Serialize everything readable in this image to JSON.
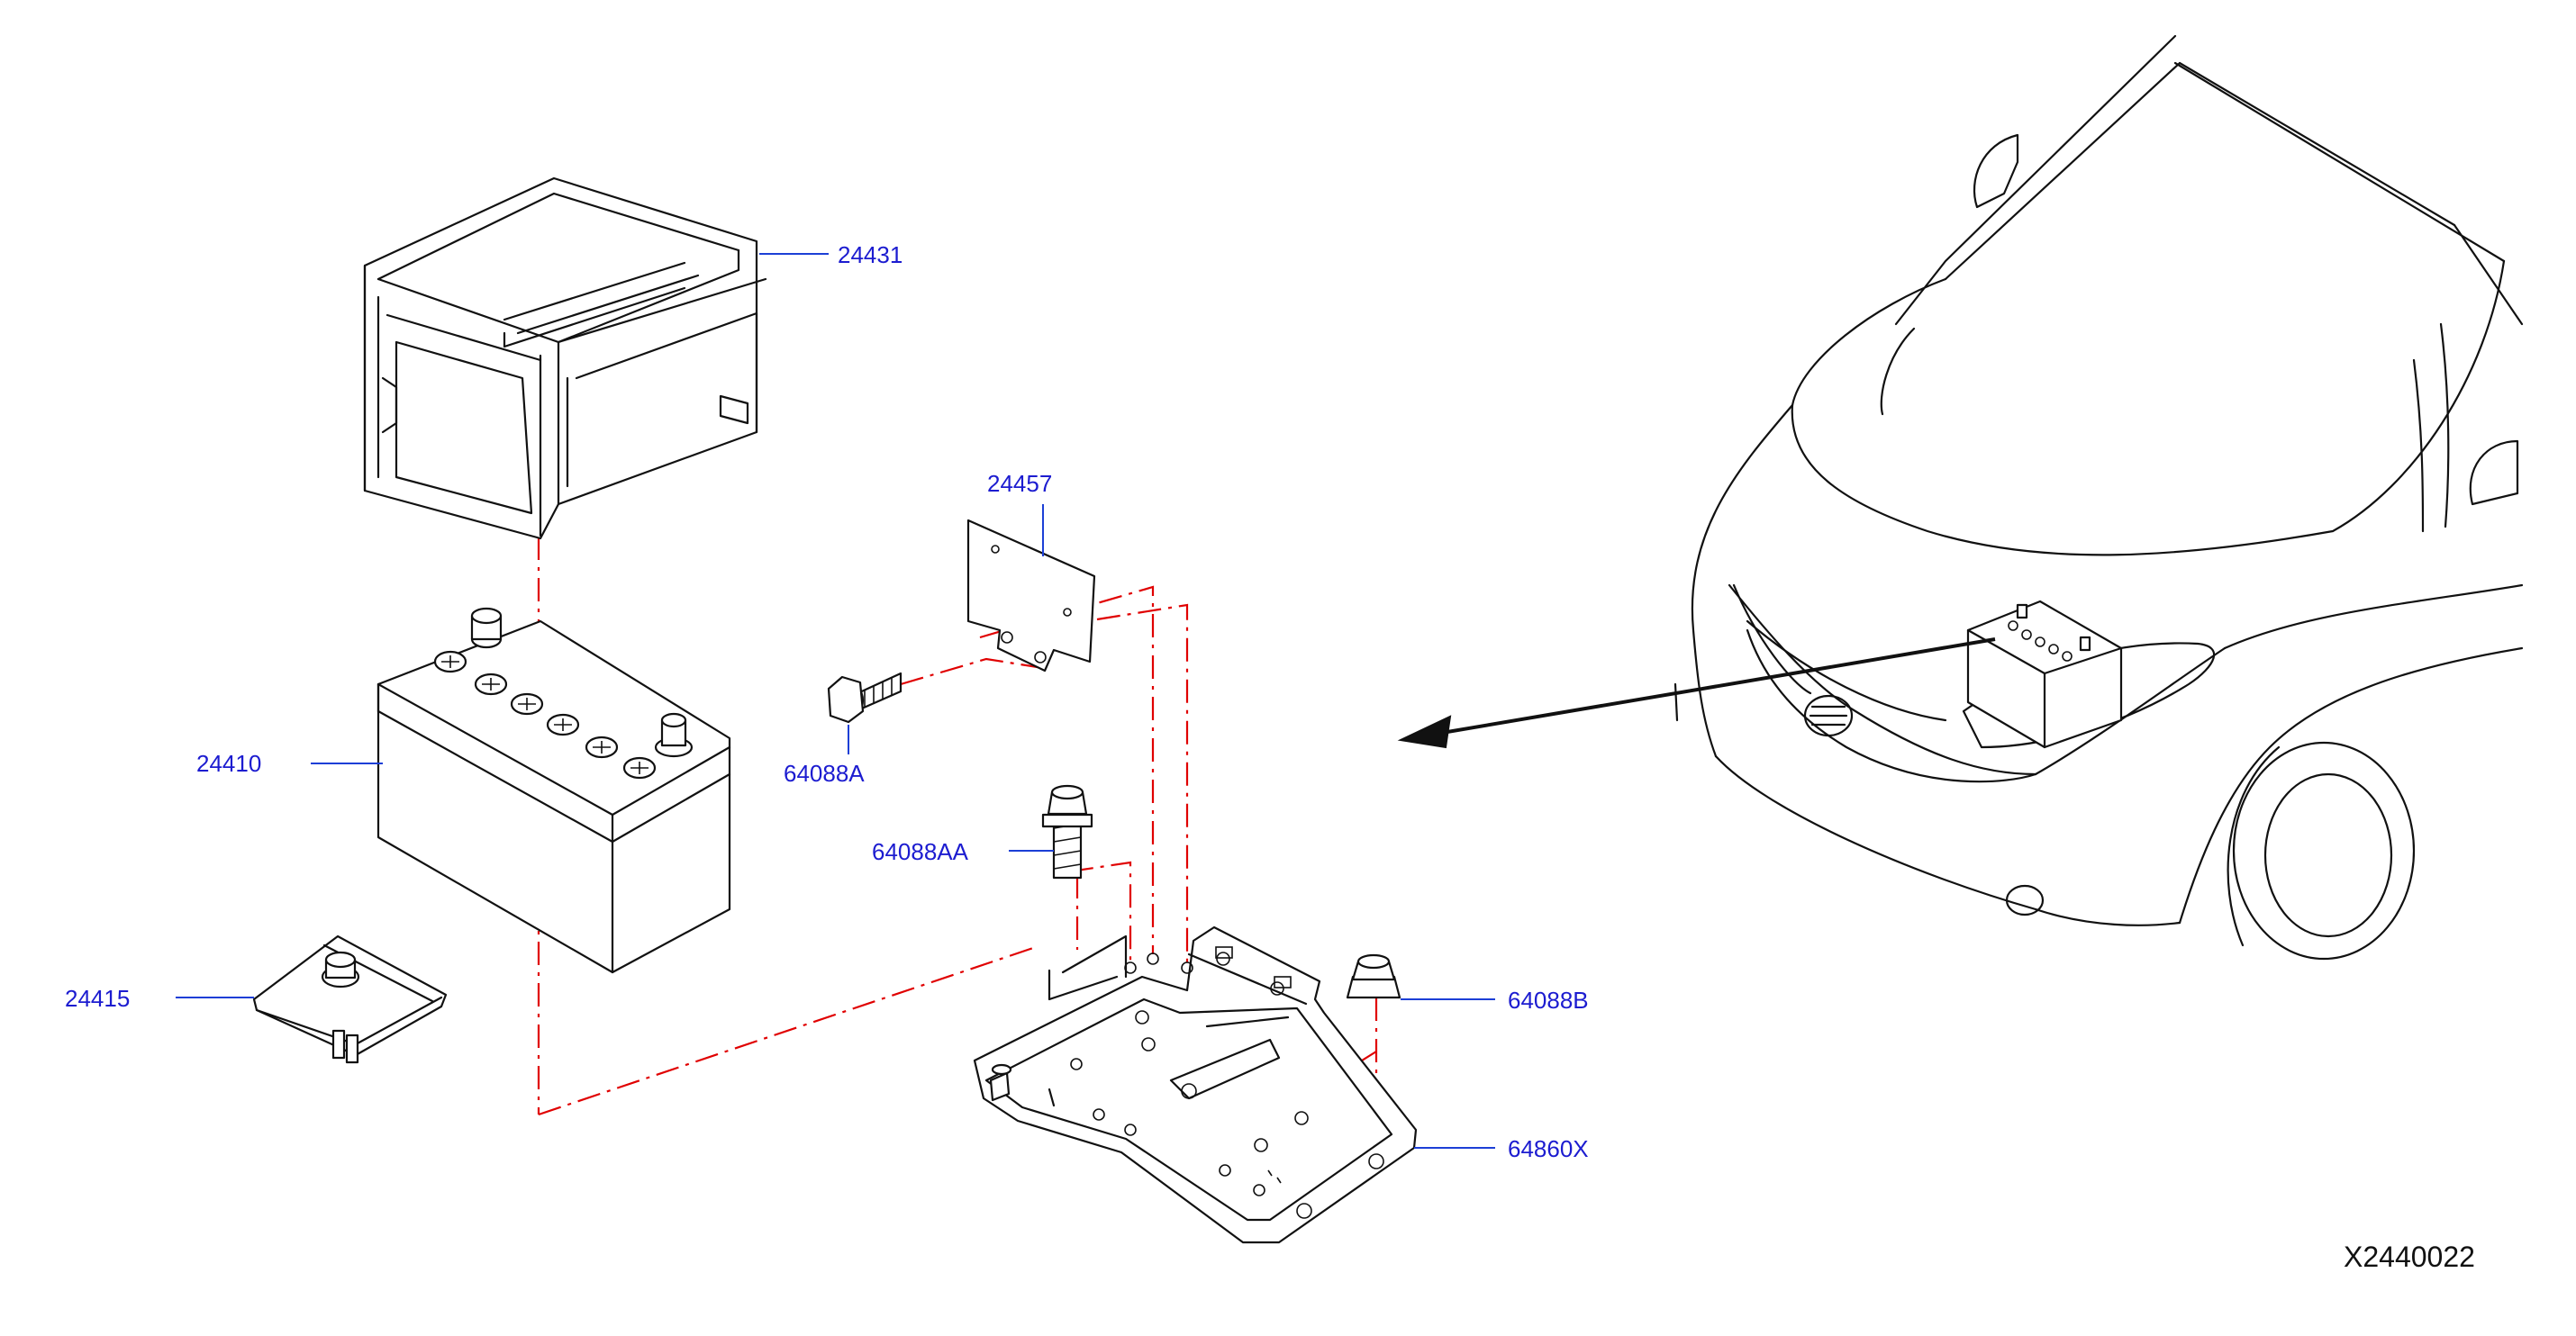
{
  "diagram_code": "X2440022",
  "callouts": {
    "frame": "24431",
    "battery": "24410",
    "battery_clamp": "24415",
    "bracket": "24457",
    "bolt_a": "64088A",
    "bolt_aa": "64088AA",
    "nut_b": "64088B",
    "tray": "64860X"
  },
  "colors": {
    "callout_text": "#1c1cd0",
    "leader_line": "#1c3fd6",
    "assembly_line": "#e00000",
    "outline": "#111111"
  }
}
